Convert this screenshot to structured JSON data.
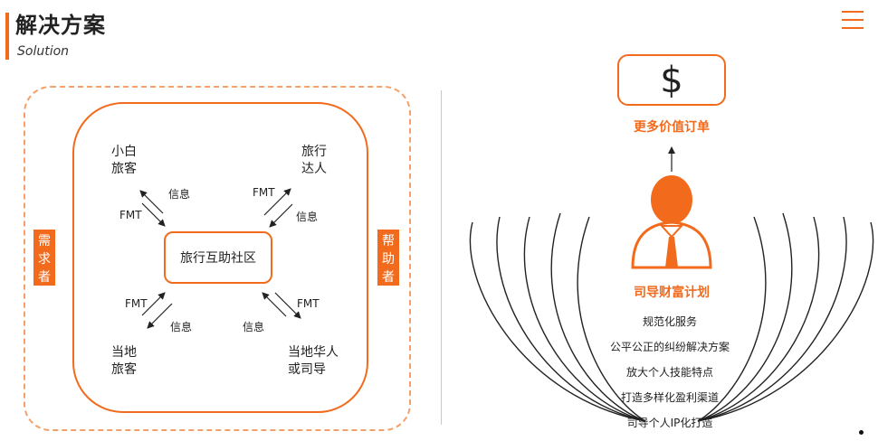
{
  "header": {
    "title": "解决方案",
    "subtitle": "Solution",
    "menu_icon": "hamburger-menu-icon"
  },
  "left_diagram": {
    "side_tag_left": [
      "需",
      "求",
      "者"
    ],
    "side_tag_right": [
      "帮",
      "助",
      "者"
    ],
    "hub": "旅行互助社区",
    "nodes": {
      "top_left": [
        "小白",
        "旅客"
      ],
      "top_right": [
        "旅行",
        "达人"
      ],
      "bottom_left": [
        "当地",
        "旅客"
      ],
      "bottom_right": [
        "当地华人",
        "或司导"
      ]
    },
    "arrow_labels": {
      "top_left_out": "信息",
      "top_left_in": "FMT",
      "top_right_out": "FMT",
      "top_right_in": "信息",
      "bottom_left_out": "FMT",
      "bottom_left_in": "信息",
      "bottom_right_in": "信息",
      "bottom_right_out": "FMT"
    }
  },
  "right_diagram": {
    "dollar_symbol": "$",
    "more_orders": "更多价值订单",
    "plan_name": "司导财富计划",
    "person_icon": "person-with-tie-icon",
    "items": [
      "规范化服务",
      "公平公正的纠纷解决方案",
      "放大个人技能特点",
      "打造多样化盈利渠道",
      "司导个人IP化打造"
    ]
  },
  "colors": {
    "accent": "#f26b1d",
    "dashed_border": "#f3a06a",
    "text": "#222222"
  }
}
